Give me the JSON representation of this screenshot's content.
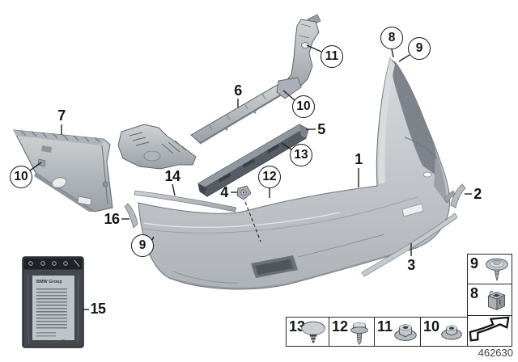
{
  "diagram": {
    "number": "462630",
    "background": "#ffffff",
    "line_color": "#1a1d20",
    "part_fill_light": "#c9cdd1",
    "part_fill_dark": "#565c63"
  },
  "parts_bag": {
    "brand_text": "BMW Group"
  },
  "callouts": {
    "plain": [
      {
        "label": "7"
      },
      {
        "label": "16"
      },
      {
        "label": "15"
      },
      {
        "label": "14"
      },
      {
        "label": "6"
      },
      {
        "label": "5"
      },
      {
        "label": "4"
      },
      {
        "label": "1"
      },
      {
        "label": "2"
      },
      {
        "label": "3"
      }
    ],
    "circled": [
      {
        "label": "10"
      },
      {
        "label": "9"
      },
      {
        "label": "11"
      },
      {
        "label": "10"
      },
      {
        "label": "13"
      },
      {
        "label": "12"
      },
      {
        "label": "8"
      },
      {
        "label": "9"
      }
    ]
  },
  "legend": {
    "bottom_row": [
      {
        "label": "13",
        "icon": "cover-cap-icon"
      },
      {
        "label": "12",
        "icon": "hex-screw-icon"
      },
      {
        "label": "11",
        "icon": "hex-nut-washer-icon"
      },
      {
        "label": "10",
        "icon": "flange-nut-icon"
      }
    ],
    "side_column": [
      {
        "label": "9",
        "icon": "washer-screw-icon"
      },
      {
        "label": "8",
        "icon": "expansion-clip-icon"
      }
    ],
    "continue_arrow_icon": "page-continue-arrow-icon"
  }
}
